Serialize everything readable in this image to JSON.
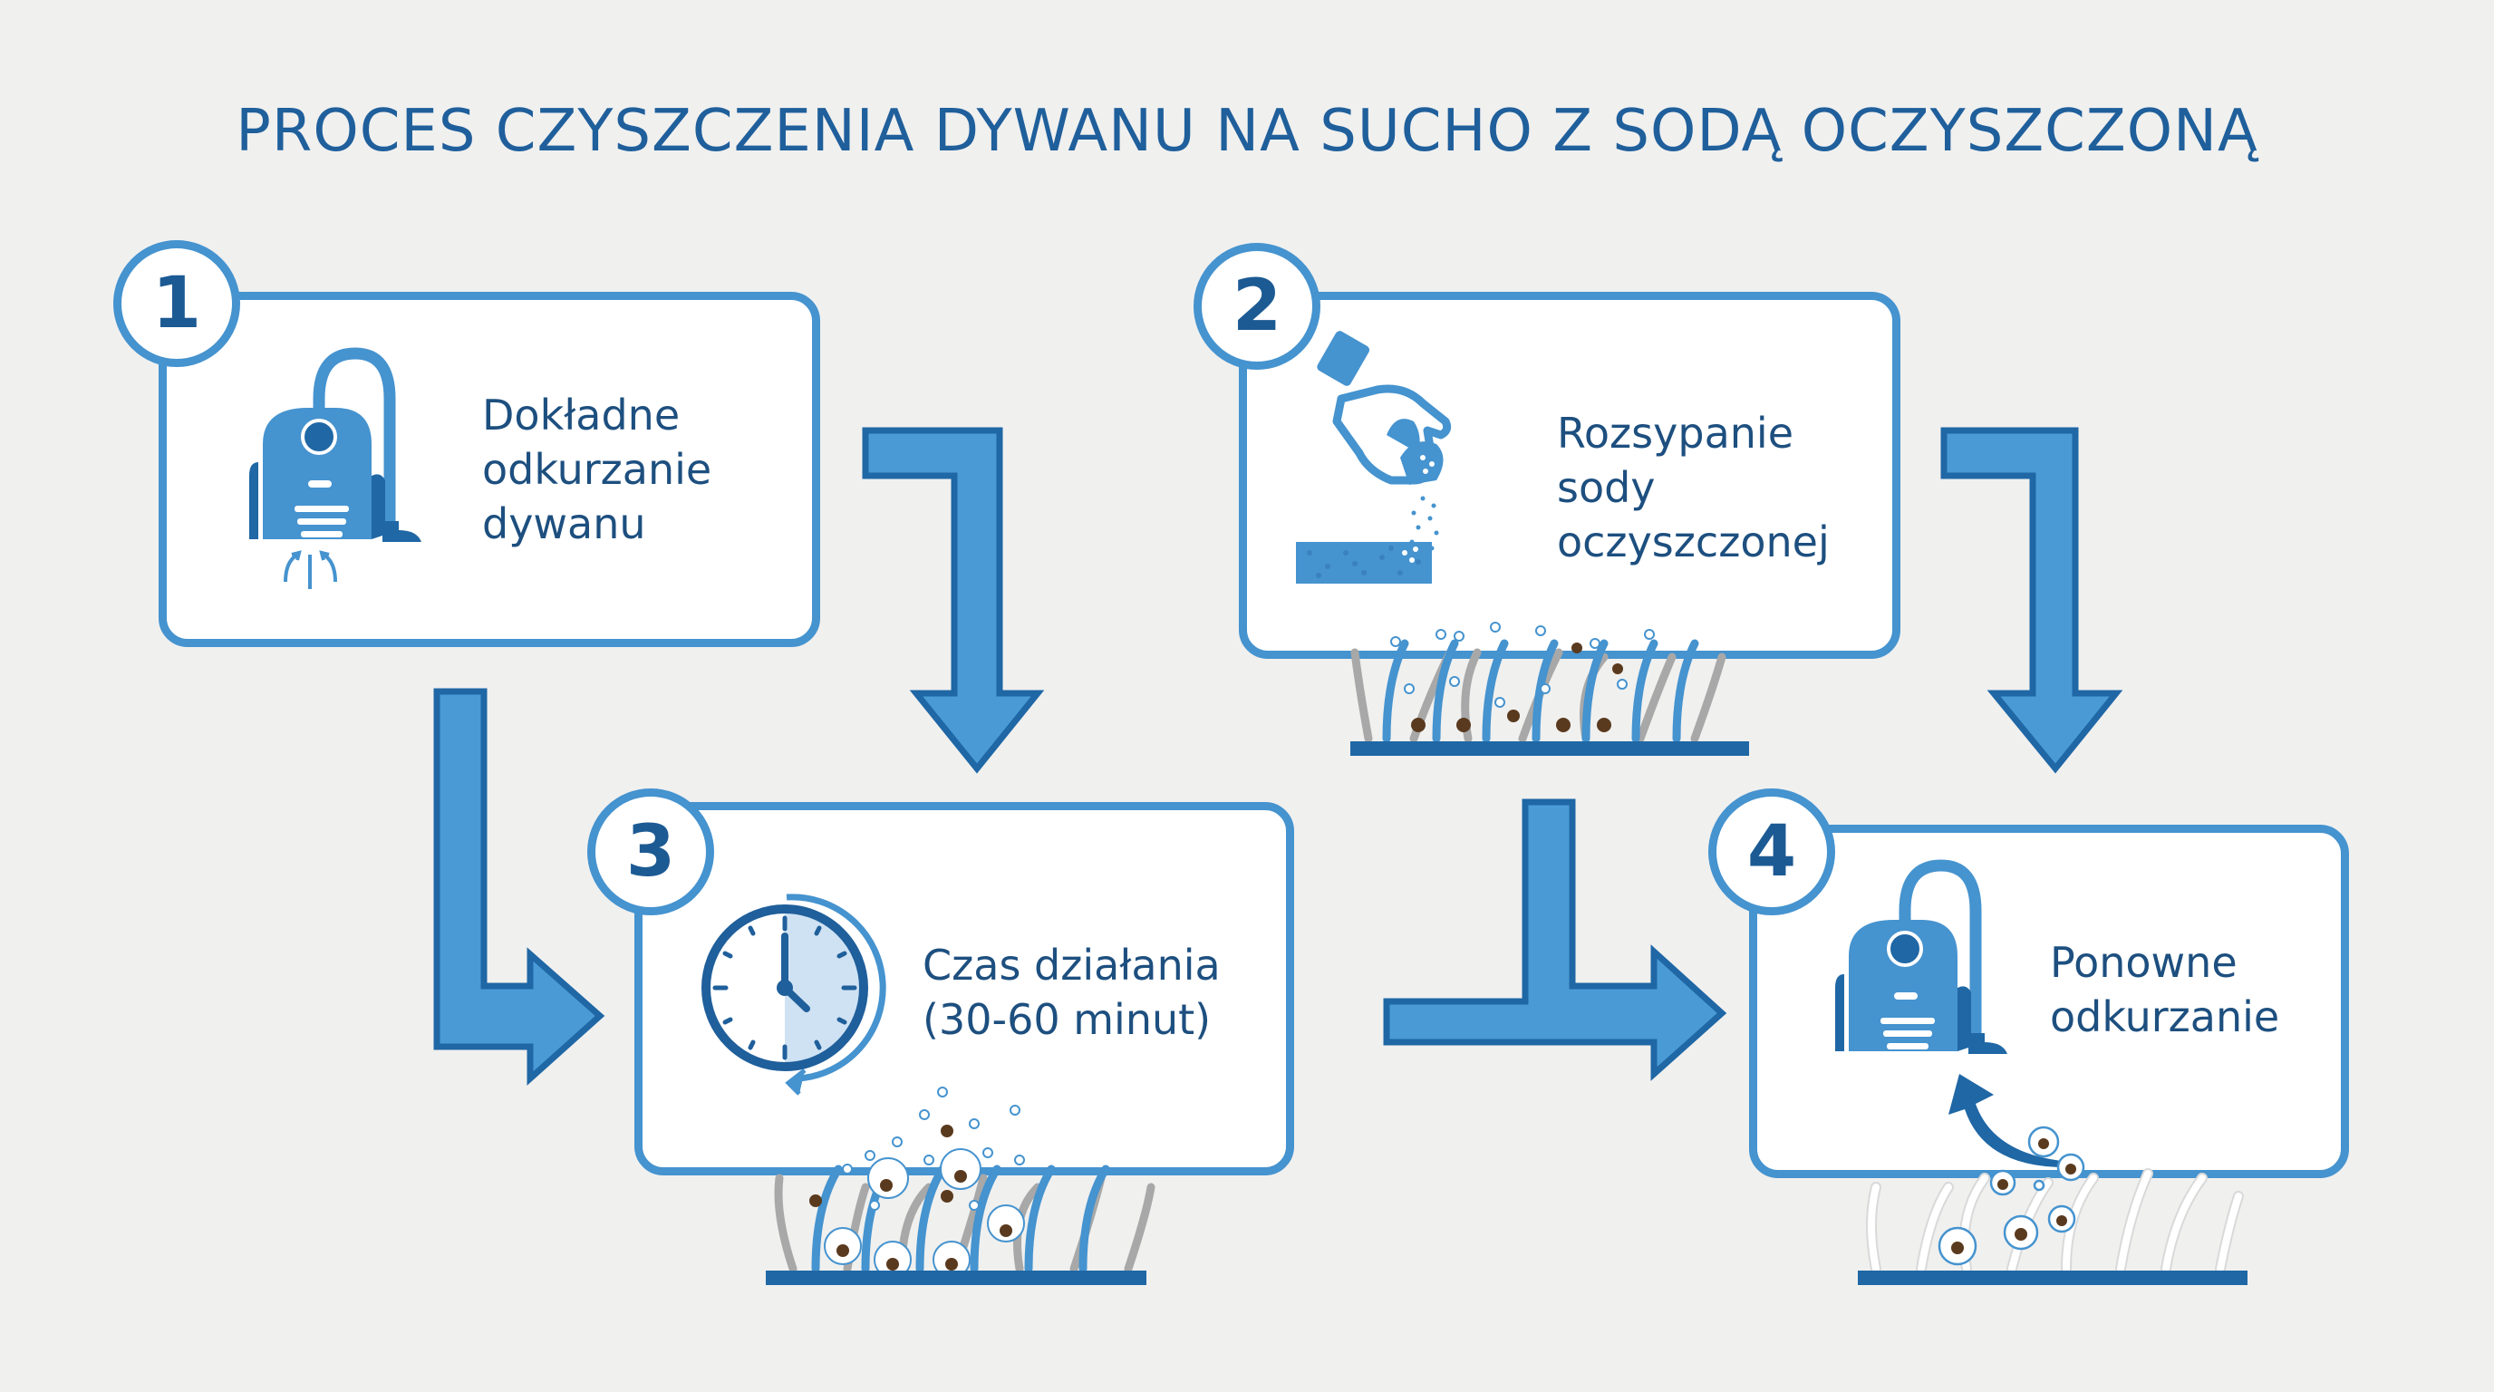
{
  "title": "PROCES CZYSZCZENIA DYWANU NA SUCHO Z SODĄ OCZYSZCZONĄ",
  "colors": {
    "primary": "#4593cf",
    "dark": "#1c5a93",
    "text": "#1d4f7f",
    "background": "#f0f0ef",
    "dirt": "#5a3a1e",
    "fiber_gray": "#a8a8a8"
  },
  "steps": [
    {
      "number": "1",
      "lines": [
        "Dokładne",
        "odkurzanie",
        "dywanu"
      ],
      "icon": "vacuum-cleaner-icon"
    },
    {
      "number": "2",
      "lines": [
        "Rozsypanie",
        "sody",
        "oczyszczonej"
      ],
      "icon": "hand-shaker-icon"
    },
    {
      "number": "3",
      "lines": [
        "Czas działania",
        "(30-60 minut)"
      ],
      "icon": "clock-icon"
    },
    {
      "number": "4",
      "lines": [
        "Ponowne",
        "odkurzanie"
      ],
      "icon": "vacuum-cleaner-icon"
    }
  ]
}
